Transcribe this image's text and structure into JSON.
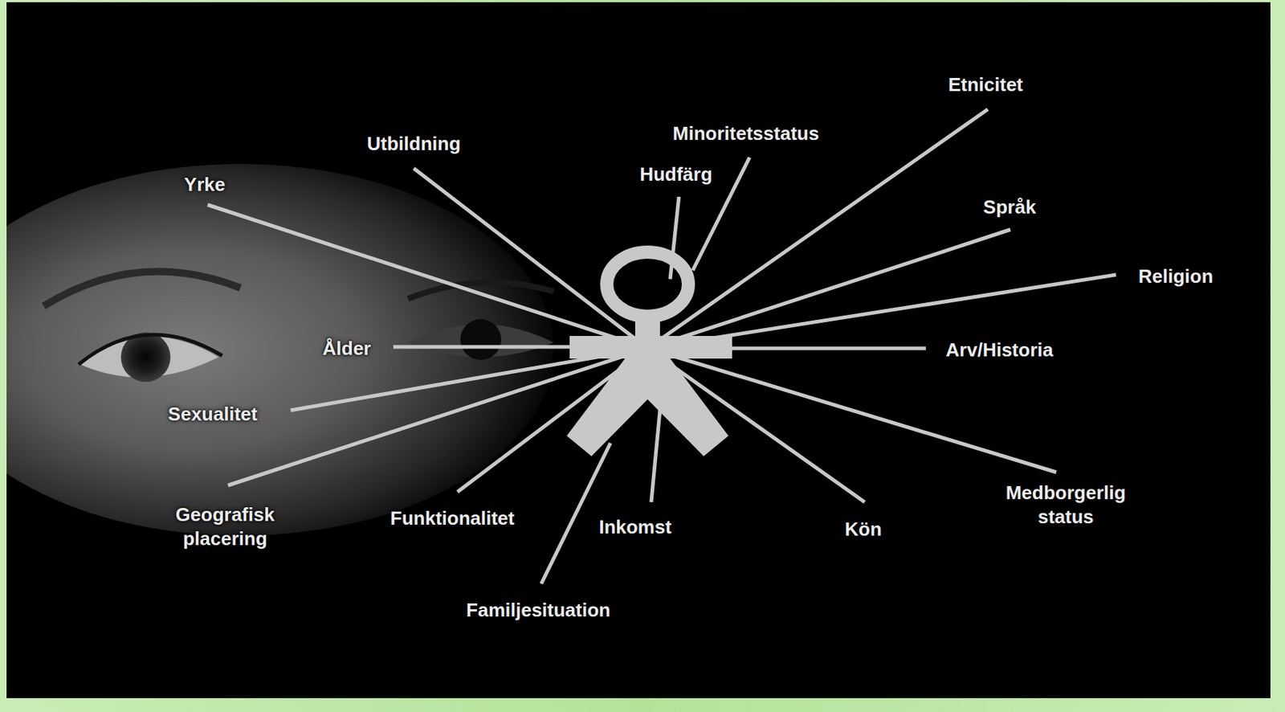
{
  "diagram": {
    "labels": [
      "Etnicitet",
      "Minoritetsstatus",
      "Utbildning",
      "Hudfärg",
      "Yrke",
      "Språk",
      "Religion",
      "Ålder",
      "Arv/Historia",
      "Sexualitet",
      "Geografisk placering",
      "Funktionalitet",
      "Inkomst",
      "Kön",
      "Medborgerlig status",
      "Familjesituation"
    ]
  }
}
